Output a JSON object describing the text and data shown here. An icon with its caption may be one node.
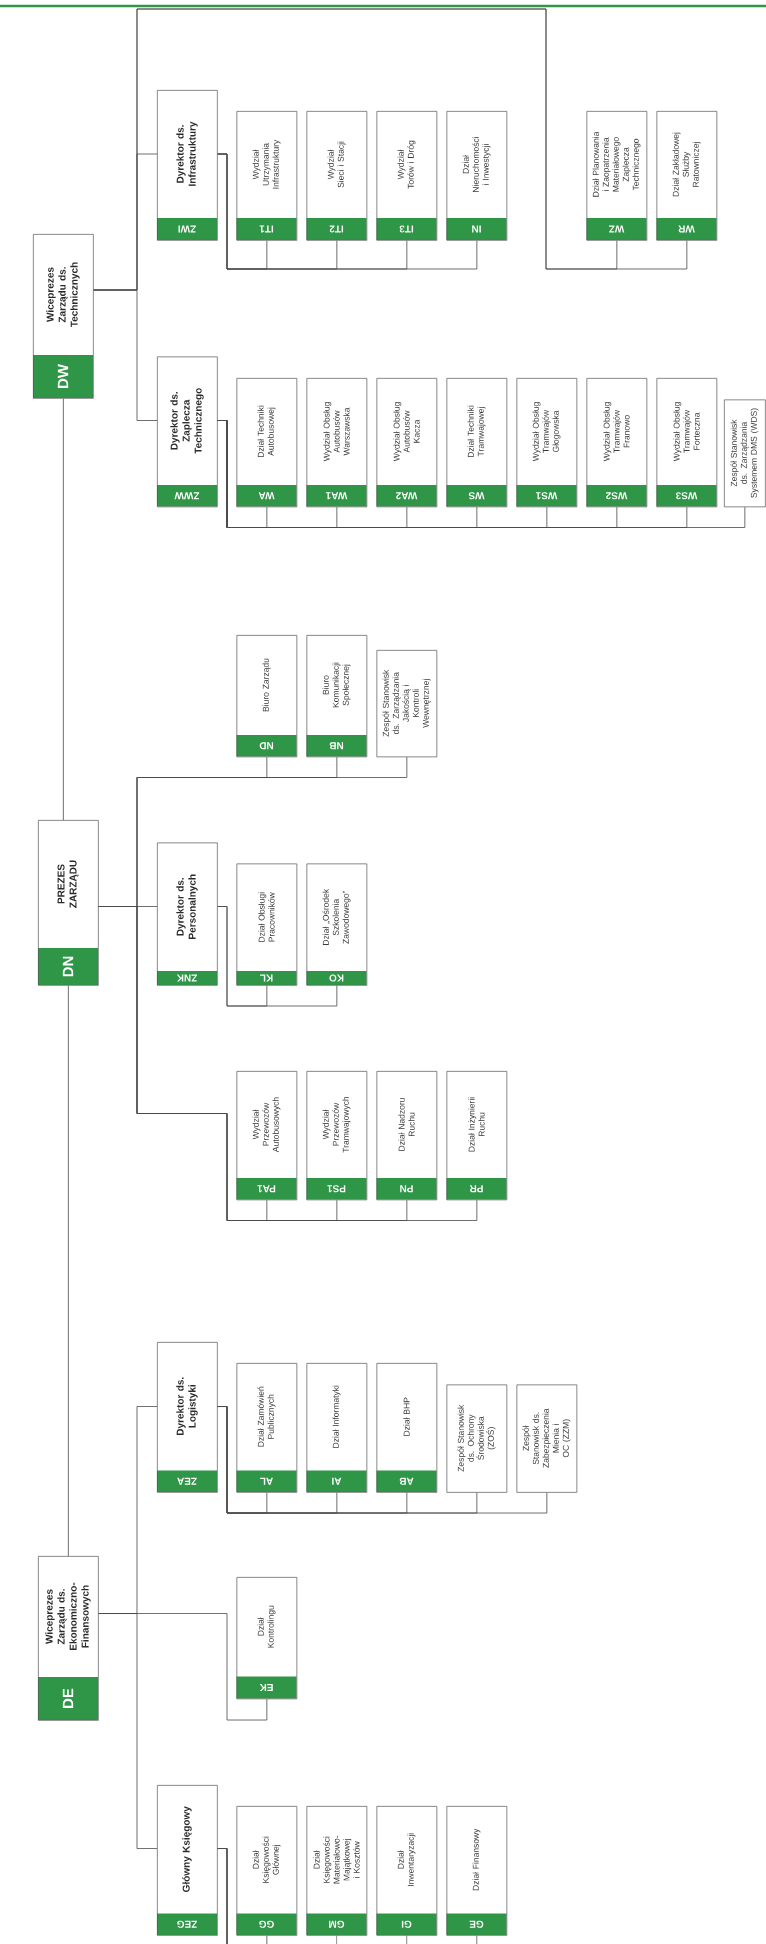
{
  "diagram": {
    "nodes": [
      {
        "text": [
          "Wiceprezes Zarządu ds. Technicznych",
          "DW"
        ]
      },
      {
        "text": [
          "Dyrektor ds. Infrastruktury",
          "ZWI"
        ]
      },
      {
        "text": [
          "Wydział Utrzymania Infrastruktury",
          "IT1"
        ]
      },
      {
        "text": [
          "Wydział Sieci i Stacji",
          "IT2"
        ]
      },
      {
        "text": [
          "Wydział Torów i Dróg",
          "IT3"
        ]
      },
      {
        "text": [
          "Dział Nieruchomości i Inwestycji",
          "IN"
        ]
      },
      {
        "text": [
          "Dział Planowania i Zaopatrzenia Materiałowego Zaplecza Technicznego",
          "WZ"
        ]
      },
      {
        "text": [
          "Dział Zakładowej Służby Ratowniczej",
          "WR"
        ]
      },
      {
        "text": [
          "Dyrektor ds. Zaplecza Technicznego",
          "ZWW"
        ]
      },
      {
        "text": [
          "Dział Techniki Autobusowej",
          "WA"
        ]
      },
      {
        "text": [
          "Wydział Obsług Autobusów Warszawska",
          "WA1"
        ]
      },
      {
        "text": [
          "Wydział Obsług Autobusów Kacza",
          "WA2"
        ]
      },
      {
        "text": [
          "Dział Techniki Tramwajowej",
          "WS"
        ]
      },
      {
        "text": [
          "Wydział Obsług Tramwajów Głogowska",
          "WS1"
        ]
      },
      {
        "text": [
          "Wydział Obsług Tramwajów Franowo",
          "WS2"
        ]
      },
      {
        "text": [
          "Wydział Obsług Tramwajów Forteczna",
          "WS3"
        ]
      },
      {
        "text": [
          "Zespół Stanowisk ds. Zarządzania Systemem DMS (WDS)"
        ]
      },
      {
        "text": [
          "Biuro Zarządu",
          "ND"
        ]
      },
      {
        "text": [
          "Biuro Komunikacji Społecznej",
          "NB"
        ]
      },
      {
        "text": [
          "Zespół Stanowisk ds. Zarządzania Jakością i Kontroli Wewnętrznej"
        ]
      },
      {
        "text": [
          "PREZES ZARZĄDU",
          "DN"
        ]
      },
      {
        "text": [
          "Dyrektor ds. Personalnych",
          "ZNK"
        ]
      },
      {
        "text": [
          "Dział Obsługi Pracowników",
          "KL"
        ]
      },
      {
        "text": [
          "Dział „Ośrodek Szkolenia Zawodowego”",
          "KO"
        ]
      },
      {
        "text": [
          "Wydział Przewozów Autobusowych",
          "PA1"
        ]
      },
      {
        "text": [
          "Wydział Przewozów Tramwajowych",
          "PS1"
        ]
      },
      {
        "text": [
          "Dział Nadzoru Ruchu",
          "PN"
        ]
      },
      {
        "text": [
          "Dział Inżynierii Ruchu",
          "PR"
        ]
      },
      {
        "text": [
          "Dyrektor ds. Logistyki",
          "ZEA"
        ]
      },
      {
        "text": [
          "Dział Zamówień Publicznych",
          "AL"
        ]
      },
      {
        "text": [
          "Dział Informatyki",
          "AI"
        ]
      },
      {
        "text": [
          "Dział BHP",
          "AB"
        ]
      },
      {
        "text": [
          "Zespół Stanowisk ds. Ochrony Środowiska (ZOŚ)"
        ]
      },
      {
        "text": [
          "Zespół Stanowisk ds. Zabezpieczenia Mienia i OC (ZZM)"
        ]
      },
      {
        "text": [
          "Wiceprezes Zarządu ds. Ekonomiczno-Finansowych",
          "DE"
        ]
      },
      {
        "text": [
          "Dział Kontrolingu",
          "EK"
        ]
      },
      {
        "text": [
          "Główny Księgowy",
          "ZEG"
        ]
      },
      {
        "text": [
          "Dział Księgowości Głównej",
          "GG"
        ]
      },
      {
        "text": [
          "Dział Księgowości Materiałowo-Majątkowej i Kosztów",
          "GM"
        ]
      },
      {
        "text": [
          "Dział Inwentaryzacji",
          "GI"
        ]
      },
      {
        "text": [
          "Dział Finansowy",
          "GE"
        ]
      }
    ],
    "edges": [
      {
        "from": 20,
        "to": 0,
        "arrow": "none"
      },
      {
        "from": 0,
        "to": 1,
        "arrow": "none"
      },
      {
        "from": 1,
        "to": 2,
        "arrow": "none"
      },
      {
        "from": 1,
        "to": 3,
        "arrow": "none"
      },
      {
        "from": 1,
        "to": 4,
        "arrow": "none"
      },
      {
        "from": 1,
        "to": 5,
        "arrow": "none"
      },
      {
        "from": 0,
        "to": 6,
        "arrow": "none"
      },
      {
        "from": 0,
        "to": 7,
        "arrow": "none"
      },
      {
        "from": 0,
        "to": 8,
        "arrow": "none"
      },
      {
        "from": 8,
        "to": 9,
        "arrow": "none"
      },
      {
        "from": 8,
        "to": 10,
        "arrow": "none"
      },
      {
        "from": 8,
        "to": 11,
        "arrow": "none"
      },
      {
        "from": 8,
        "to": 12,
        "arrow": "none"
      },
      {
        "from": 8,
        "to": 13,
        "arrow": "none"
      },
      {
        "from": 8,
        "to": 14,
        "arrow": "none"
      },
      {
        "from": 8,
        "to": 15,
        "arrow": "none"
      },
      {
        "from": 8,
        "to": 16,
        "arrow": "none"
      },
      {
        "from": 20,
        "to": 17,
        "arrow": "none"
      },
      {
        "from": 20,
        "to": 18,
        "arrow": "none"
      },
      {
        "from": 20,
        "to": 19,
        "arrow": "none"
      },
      {
        "from": 20,
        "to": 21,
        "arrow": "none"
      },
      {
        "from": 21,
        "to": 22,
        "arrow": "none"
      },
      {
        "from": 21,
        "to": 23,
        "arrow": "none"
      },
      {
        "from": 20,
        "to": 24,
        "arrow": "none"
      },
      {
        "from": 20,
        "to": 25,
        "arrow": "none"
      },
      {
        "from": 20,
        "to": 26,
        "arrow": "none"
      },
      {
        "from": 20,
        "to": 27,
        "arrow": "none"
      },
      {
        "from": 20,
        "to": 34,
        "arrow": "none"
      },
      {
        "from": 34,
        "to": 28,
        "arrow": "none"
      },
      {
        "from": 28,
        "to": 29,
        "arrow": "none"
      },
      {
        "from": 28,
        "to": 30,
        "arrow": "none"
      },
      {
        "from": 28,
        "to": 31,
        "arrow": "none"
      },
      {
        "from": 28,
        "to": 32,
        "arrow": "none"
      },
      {
        "from": 28,
        "to": 33,
        "arrow": "none"
      },
      {
        "from": 34,
        "to": 35,
        "arrow": "none"
      },
      {
        "from": 34,
        "to": 36,
        "arrow": "none"
      },
      {
        "from": 36,
        "to": 37,
        "arrow": "none"
      },
      {
        "from": 36,
        "to": 38,
        "arrow": "none"
      },
      {
        "from": 36,
        "to": 39,
        "arrow": "none"
      },
      {
        "from": 36,
        "to": 40,
        "arrow": "none"
      }
    ]
  }
}
